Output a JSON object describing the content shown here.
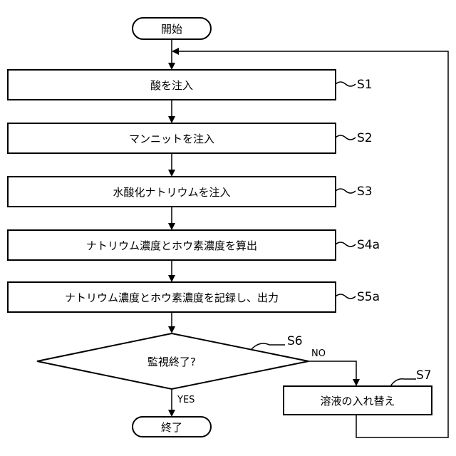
{
  "start": "開始",
  "end": "終了",
  "steps": [
    {
      "text": "酸を注入",
      "label": "S1"
    },
    {
      "text": "マンニットを注入",
      "label": "S2"
    },
    {
      "text": "水酸化ナトリウムを注入",
      "label": "S3"
    },
    {
      "text": "ナトリウム濃度とホウ素濃度を算出",
      "label": "S4a"
    },
    {
      "text": "ナトリウム濃度とホウ素濃度を記録し、出力",
      "label": "S5a"
    }
  ],
  "decision": {
    "text": "監視終了?",
    "label": "S6",
    "yes": "YES",
    "no": "NO"
  },
  "replace": {
    "text": "溶液の入れ替え",
    "label": "S7"
  }
}
